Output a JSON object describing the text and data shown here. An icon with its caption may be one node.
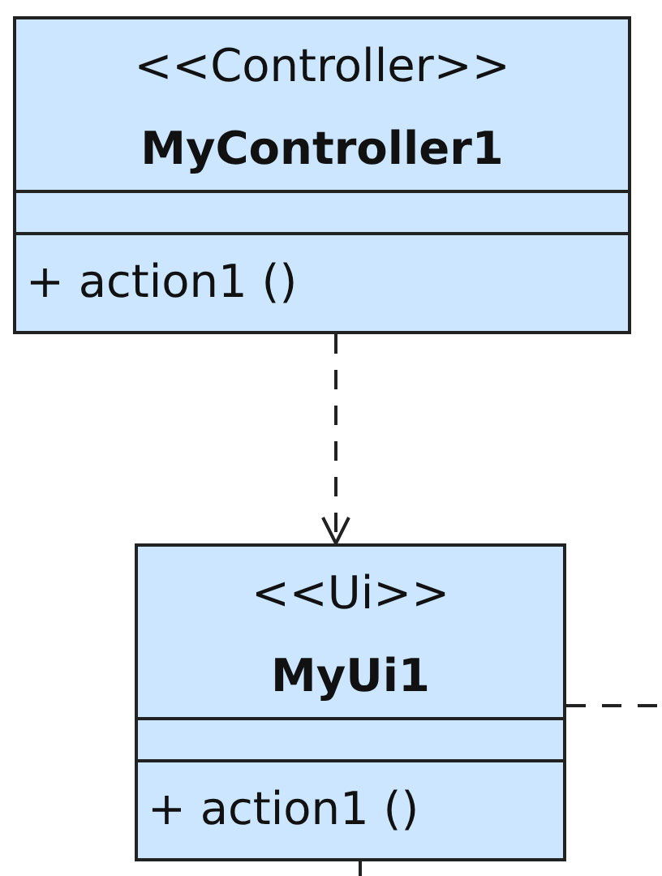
{
  "diagram": {
    "nodes": [
      {
        "text": [
          "<<Controller>>",
          "MyController1",
          "+ action1 ()"
        ]
      },
      {
        "text": [
          "<<Ui>>",
          "MyUi1",
          "+ action1 ()"
        ]
      }
    ],
    "edges": [
      {
        "from": 0,
        "to": 1,
        "arrow": "to",
        "style": "dashed"
      },
      {
        "from": 1,
        "to": null,
        "arrow": "none",
        "style": "dashed"
      },
      {
        "from": 1,
        "to": null,
        "arrow": "none"
      }
    ]
  }
}
